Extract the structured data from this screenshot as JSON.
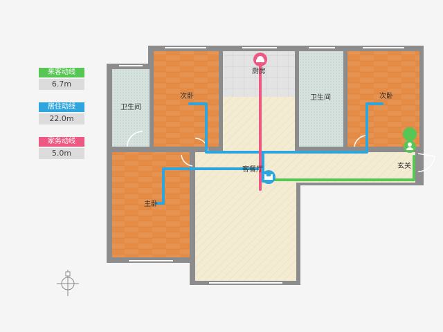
{
  "legend": [
    {
      "label": "来客动线",
      "value": "6.7m",
      "color": "#57c655"
    },
    {
      "label": "居住动线",
      "value": "22.0m",
      "color": "#2ea6dd"
    },
    {
      "label": "家务动线",
      "value": "5.0m",
      "color": "#ec5a84"
    }
  ],
  "rooms": {
    "kitchen": "厨房",
    "bath_left": "卫生间",
    "bath_right": "卫生间",
    "bedroom_left": "次卧",
    "bedroom_right": "次卧",
    "living": "客餐厅",
    "master": "主卧",
    "entrance": "玄关"
  },
  "colors": {
    "wall": "#8c8c8c",
    "bedroom_floor": "#e48c45",
    "living_floor": "#f4ecd2",
    "kitchen_floor": "#e5e5e5",
    "bath_floor": "#d8e3df",
    "guest_line": "#57c655",
    "living_line": "#2ea6dd",
    "chore_line": "#ec5a84"
  },
  "icons": {
    "kitchen": "chef-hat-icon",
    "entrance": "person-pin-icon",
    "living": "sofa-pin-icon",
    "compass": "compass-icon"
  }
}
